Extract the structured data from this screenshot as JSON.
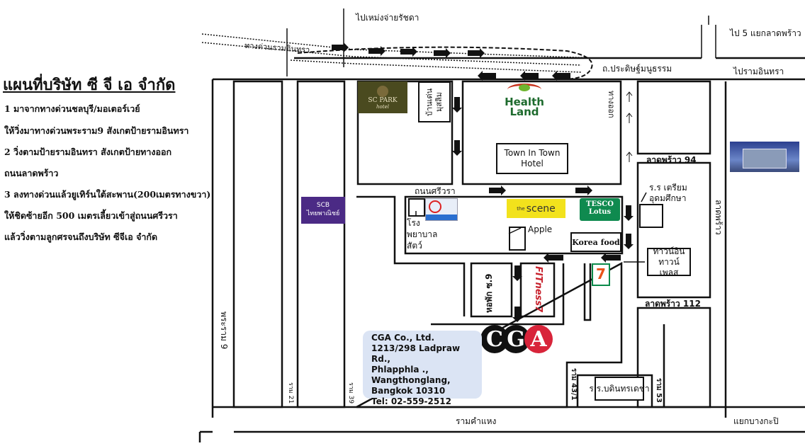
{
  "title": "แผนที่บริษัท ซี จี เอ จำกัด",
  "instructions": [
    "1 มาจากทางด่วนชลบุรี/มอเตอร์เวย์",
    "ให้วิ่งมาทางด่วนพระราม9 สังเกตป้ายรามอินทรา",
    "2 วิ่งตามป้ายรามอินทรา สังเกตป้ายทางออก",
    "ถนนลาดพร้าว",
    "3 ลงทางด่วนแล้วยูเทิร์นใต้สะพาน(200เมตรทางขวา)",
    "ให้ชิดซ้ายอีก 500 เมตรเลี้ยวเข้าสู่ถนนศรีวรา",
    "แล้ววิ่งตามลูกศรจนถึงบริษัท ซีจีเอ จำกัด"
  ],
  "roads": {
    "to_ratchada": "ไปเหม่งจ่ายรัชดา",
    "to_5_ladprao": "ไป 5 แยกลาดพร้าว",
    "expressway": "ทางด่วนรามอินทรา",
    "pradit": "ถ.ประดิษฐ์มนูธรรม",
    "to_ramintra": "ไปรามอินทรา",
    "sriwara": "ถนนศรีวรา",
    "rama9": "พระราม 9",
    "ladprao94": "ลาดพร้าว 94",
    "ladprao112": "ลาดพร้าว 112",
    "ladprao": "ลาดพร้าว",
    "exit": "ทางออก",
    "ramkhamhaeng": "รามคำแหง",
    "bangkapi": "แยกบางกะปิ",
    "soi21": "ราม 21",
    "soi39": "ราม 39",
    "soi43": "ราม 43/1",
    "soi53": "ราม 53"
  },
  "places": {
    "sc_park": "SC PARK",
    "sc_park_sub": "hotel",
    "mosque": "บ้านเด่นมุสลิม",
    "health_land_1": "Health",
    "health_land_2": "Land",
    "town_in_town_hotel": "Town In Town Hotel",
    "the_scene_small": "the",
    "the_scene": "scene",
    "tesco_1": "TESCO",
    "tesco_2": "Lotus",
    "vet_hospital": "โรงพยาบาลสัตว์",
    "apple": "Apple",
    "korea_food": "Korea food",
    "school_triam": "ร.ร เตรียมอุดมศึกษา",
    "town_in_town_place": "ทาวน์อิน ทาวน์เพลส",
    "dorm": "หอพัก ซ.9",
    "fitness": "FITness7",
    "seven_eleven": "7",
    "scb_1": "SCB",
    "scb_2": "ไทยพาณิชย์",
    "bodindecha": "ร.ร.บดินทรเดชา"
  },
  "company": {
    "logo": [
      "C",
      "G",
      "A"
    ],
    "address": [
      "CGA Co., Ltd.",
      "1213/298 Ladpraw Rd.,",
      "Phlapphla .,",
      "Wangthonglang,",
      "Bangkok 10310",
      "Tel: 02-559-2512"
    ]
  },
  "colors": {
    "health_green": "#1e6b2e",
    "scene_yellow": "#f2e21c",
    "tesco_green": "#0f8a4f",
    "cga_red": "#d8243a",
    "address_bg": "#dbe4f4",
    "scb_purple": "#4b2a85"
  }
}
